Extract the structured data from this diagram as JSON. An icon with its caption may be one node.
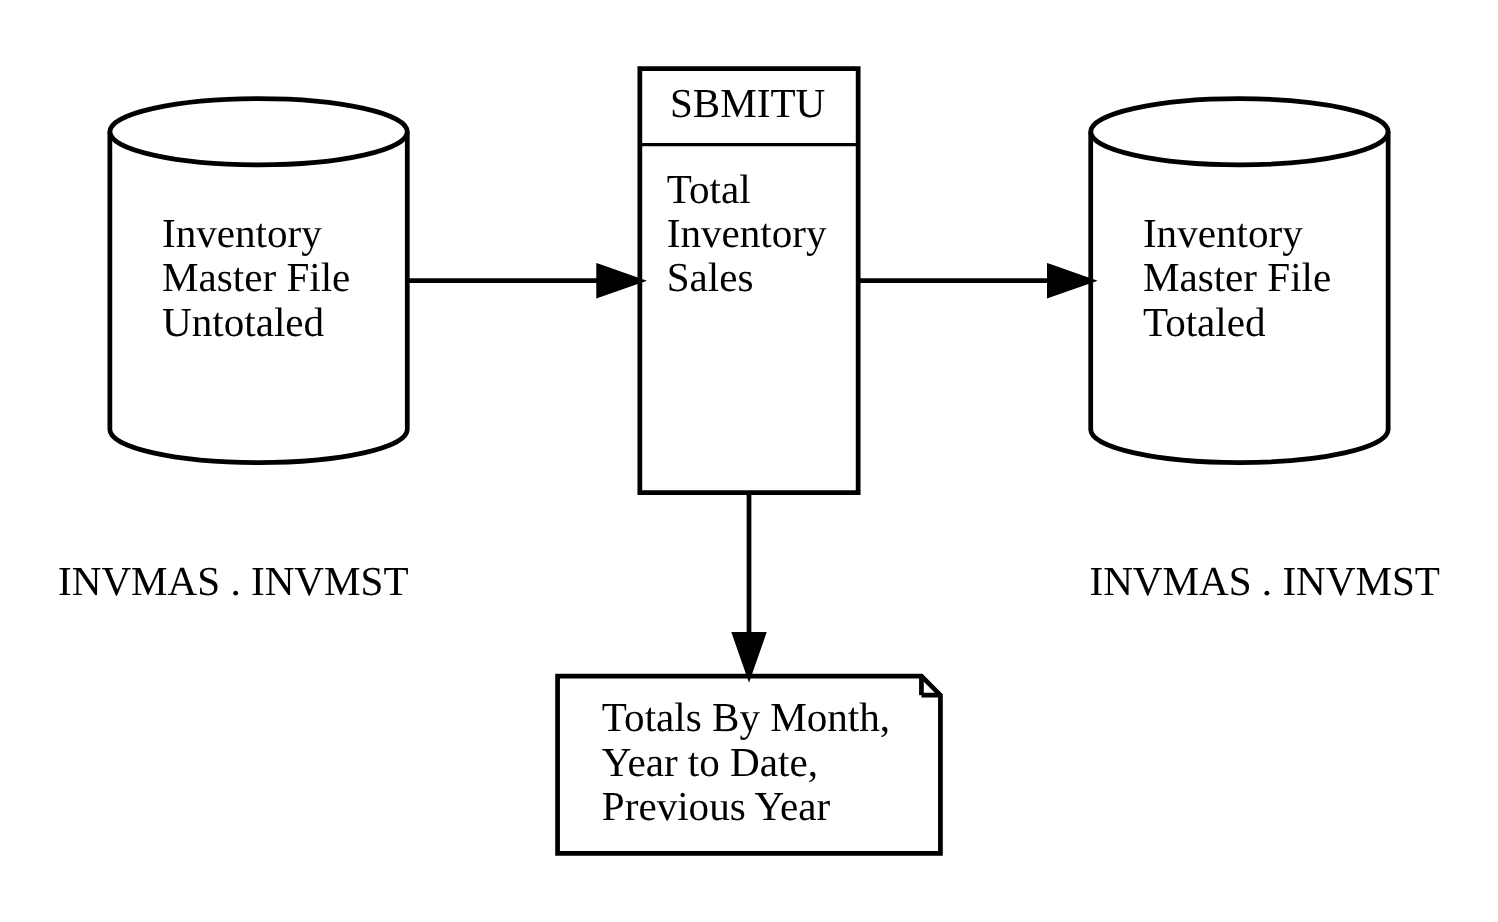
{
  "diagram": {
    "nodes": [
      {
        "text": [
          "Inventory Master File Untotaled"
        ],
        "beside": [
          "INVMAS . INVMST"
        ]
      },
      {
        "text": [
          "SBMITU",
          "Total Inventory Sales"
        ]
      },
      {
        "text": [
          "Inventory Master File Totaled"
        ],
        "beside": [
          "INVMAS . INVMST"
        ]
      },
      {
        "text": [
          "Totals By Month, Year to Date, Previous Year"
        ]
      }
    ],
    "edges": [
      {
        "from": 0,
        "to": 1,
        "arrow": "to"
      },
      {
        "from": 1,
        "to": 2,
        "arrow": "to"
      },
      {
        "from": 1,
        "to": 3,
        "arrow": "to"
      }
    ]
  }
}
